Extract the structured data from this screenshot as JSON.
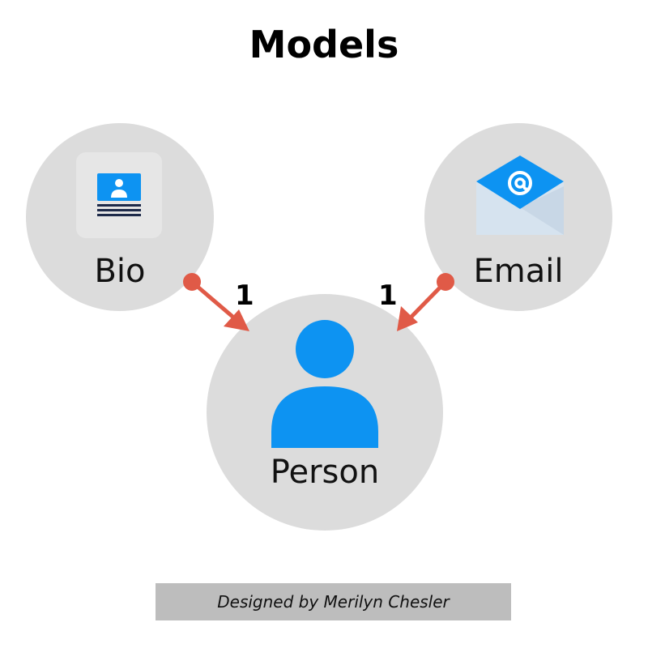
{
  "title": "Models",
  "nodes": {
    "bio": {
      "label": "Bio",
      "icon": "profile-card-icon"
    },
    "email": {
      "label": "Email",
      "icon": "envelope-at-icon"
    },
    "person": {
      "label": "Person",
      "icon": "person-icon"
    }
  },
  "relations": [
    {
      "from": "Bio",
      "to": "Person",
      "cardinality": "1"
    },
    {
      "from": "Email",
      "to": "Person",
      "cardinality": "1"
    }
  ],
  "credit": "Designed by Merilyn Chesler",
  "colors": {
    "node_fill": "#dcdcdc",
    "icon_blue": "#0d93f2",
    "arrow": "#e05a47",
    "credit_bg": "#bdbdbd"
  }
}
